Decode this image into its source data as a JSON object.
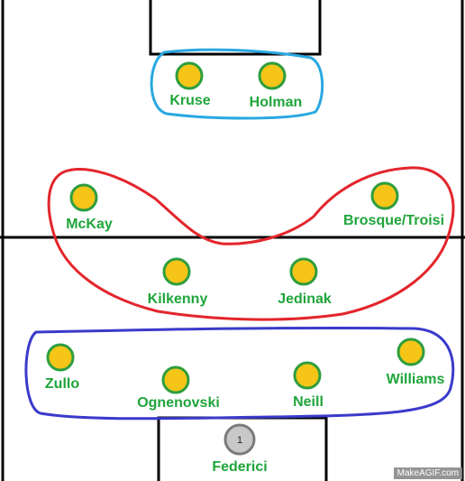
{
  "colors": {
    "player_fill": "#f5c518",
    "player_ring": "#2e9e3e",
    "name_text": "#1fa53a",
    "keeper_fill": "#c8c8c8",
    "keeper_ring": "#7a7a7a",
    "forward_group": "#29a8e0",
    "midfield_group": "#e3252c",
    "defence_group": "#3a3acb",
    "pitch_lines": "#000000"
  },
  "players": {
    "kruse": "Kruse",
    "holman": "Holman",
    "mckay": "McKay",
    "brosque_troisi": "Brosque/Troisi",
    "kilkenny": "Kilkenny",
    "jedinak": "Jedinak",
    "zullo": "Zullo",
    "ognenovski": "Ognenovski",
    "neill": "Neill",
    "williams": "Williams",
    "federici": "Federici"
  },
  "goalkeeper_number": "1",
  "watermark": "MakeAGIF.com"
}
